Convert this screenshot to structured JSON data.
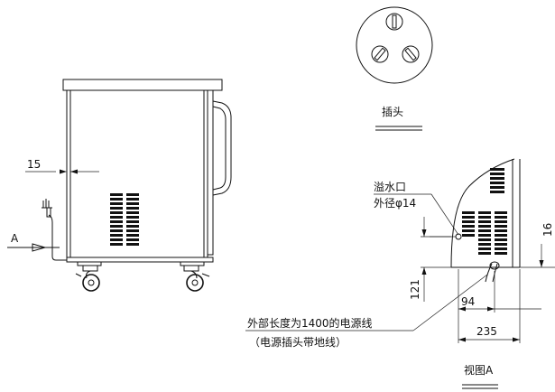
{
  "labels": {
    "plug_title": "插头",
    "overflow_line1": "溢水口",
    "overflow_line2": "外径φ14",
    "cord_line1": "外部长度为1400的电源线",
    "cord_line2": "（电源插头带地线）",
    "view_title": "视图A",
    "view_arrow": "A"
  },
  "dimensions": {
    "side_gap": "15",
    "height_small": "16",
    "height_outlet": "121",
    "width_outlet": "94",
    "width_total": "235"
  }
}
